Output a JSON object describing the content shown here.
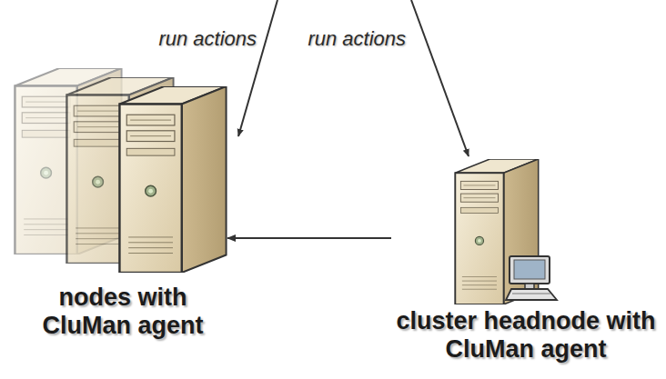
{
  "diagram": {
    "nodes": [
      {
        "text": [
          "nodes with CluMan agent"
        ]
      },
      {
        "text": [
          "cluster headnode with CluMan agent"
        ]
      }
    ],
    "edges": [
      {
        "from": 1,
        "to": 0,
        "arrow": "to"
      }
    ],
    "labels": [
      "run actions",
      "run actions"
    ]
  }
}
